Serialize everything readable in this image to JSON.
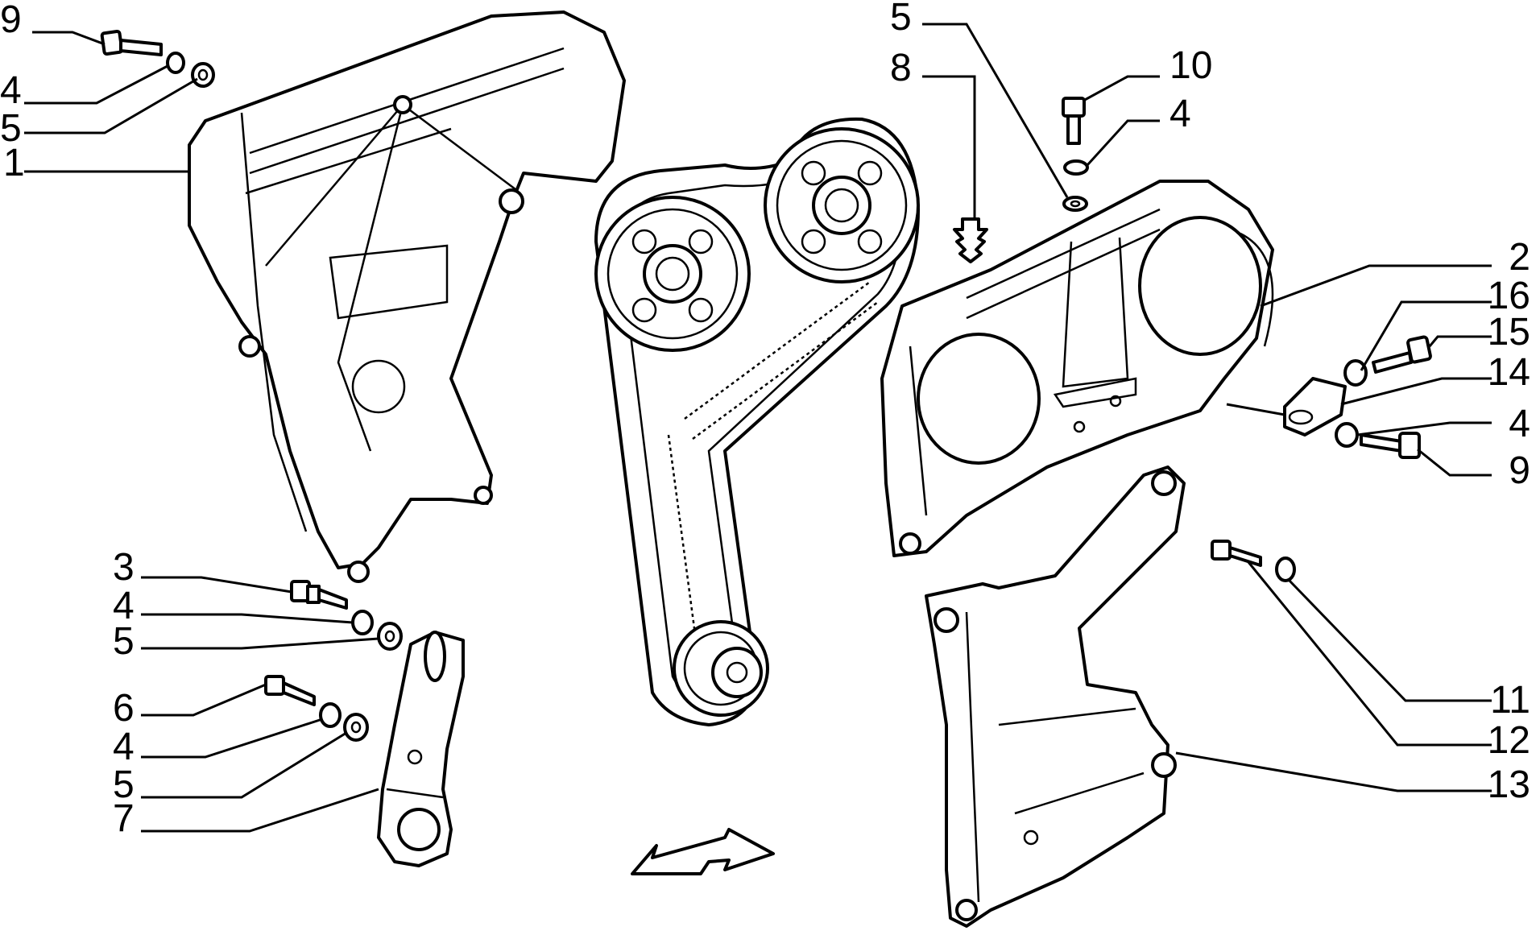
{
  "callouts": [
    {
      "id": "c-9a",
      "text": "9"
    },
    {
      "id": "c-4a",
      "text": "4"
    },
    {
      "id": "c-5a",
      "text": "5"
    },
    {
      "id": "c-1",
      "text": "1"
    },
    {
      "id": "c-3",
      "text": "3"
    },
    {
      "id": "c-4b",
      "text": "4"
    },
    {
      "id": "c-5b",
      "text": "5"
    },
    {
      "id": "c-6",
      "text": "6"
    },
    {
      "id": "c-4c",
      "text": "4"
    },
    {
      "id": "c-5c",
      "text": "5"
    },
    {
      "id": "c-7",
      "text": "7"
    },
    {
      "id": "c-5d",
      "text": "5"
    },
    {
      "id": "c-8",
      "text": "8"
    },
    {
      "id": "c-10",
      "text": "10"
    },
    {
      "id": "c-4d",
      "text": "4"
    },
    {
      "id": "c-2",
      "text": "2"
    },
    {
      "id": "c-16",
      "text": "16"
    },
    {
      "id": "c-15",
      "text": "15"
    },
    {
      "id": "c-14",
      "text": "14"
    },
    {
      "id": "c-4e",
      "text": "4"
    },
    {
      "id": "c-9b",
      "text": "9"
    },
    {
      "id": "c-11",
      "text": "11"
    },
    {
      "id": "c-12",
      "text": "12"
    },
    {
      "id": "c-13",
      "text": "13"
    }
  ]
}
